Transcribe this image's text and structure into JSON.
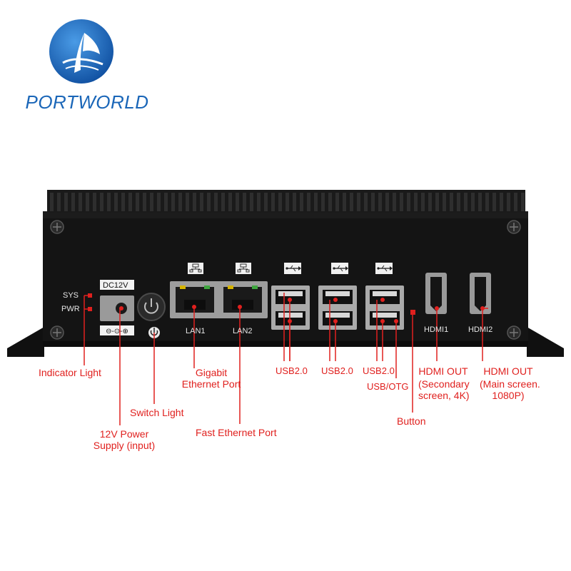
{
  "brand": {
    "name": "PORTWORLD"
  },
  "panel": {
    "dc_label": "DC12V",
    "sys_label": "SYS",
    "pwr_label": "PWR",
    "lan1_label": "LAN1",
    "lan2_label": "LAN2",
    "hdmi1_label": "HDMI1",
    "hdmi2_label": "HDMI2"
  },
  "callouts": {
    "indicator_light": "Indicator Light",
    "gigabit_line1": "Gigabit",
    "gigabit_line2": "Ethernet Port",
    "switch_light": "Switch Light",
    "power_line1": "12V Power",
    "power_line2": "Supply (input)",
    "fast_ethernet": "Fast Ethernet Port",
    "usb_a": "USB2.0",
    "usb_b": "USB2.0",
    "usb_c": "USB2.0",
    "usb_otg": "USB/OTG",
    "button": "Button",
    "hdmi1_title": "HDMI OUT",
    "hdmi1_sub1": "(Secondary",
    "hdmi1_sub2": "screen, 4K)",
    "hdmi2_title": "HDMI OUT",
    "hdmi2_sub1": "(Main screen.",
    "hdmi2_sub2": "1080P)"
  },
  "colors": {
    "brand_blue": "#1a66b8",
    "callout_red": "#e0201e",
    "chassis": "#141414"
  }
}
